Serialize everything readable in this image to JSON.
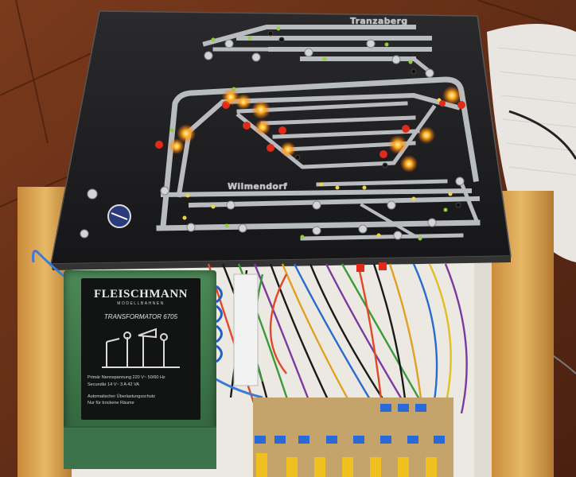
{
  "photo": {
    "subject": "model railway control panel with wiring and transformer"
  },
  "board": {
    "labels": {
      "station_top": "Tranzaberg",
      "station_mid": "Wilmendorf"
    }
  },
  "transformer": {
    "brand": "FLEISCHMANN",
    "brand_sub": "MODELLBAHNEN",
    "model": "TRANSFORMATOR 6705",
    "spec_1": "Primär   Nennspannung 220 V~  50/60 Hz",
    "spec_2": "Secundär  14 V~   3 A   42 VA",
    "spec_3": "Automatischer Überlastungsschutz",
    "spec_4": "Nur für trockene Räume"
  },
  "colors": {
    "panel": "#1c1c1e",
    "track": "#b9bcbf",
    "wood": "#d9a552",
    "lamp_lit": "#ff9a1f",
    "lamp_red": "#e02a1a",
    "lamp_green": "#8fcf3a",
    "transformer_green": "#3f7a4a"
  }
}
